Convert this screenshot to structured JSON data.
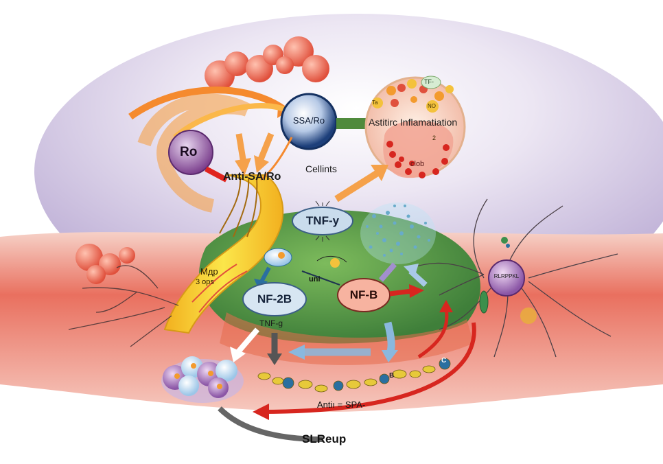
{
  "labels": {
    "ssa_ro": "SSA/Ro",
    "ro": "Ro",
    "anti_sa_ro": "Anti-SA/Ro",
    "cellints": "Cellints",
    "inflammation": "Astitirc Inflamatiation",
    "clob": "clob",
    "tnf_top": "TNF-y",
    "nf2b": "NF-2B",
    "tnf_g": "TNF-g",
    "nfb": "NF-B",
    "uni": "uni",
    "map": "Mдp",
    "ops": "3 ops",
    "neuron": "RLRPPKL",
    "anti_spa": "Antiı = SPA-",
    "slreup": "SLReup",
    "small_tf": "TF-",
    "small_ta": "Ta",
    "small_no": "NO",
    "small_b": "B",
    "small_c": "C",
    "small_z": "2"
  },
  "colors": {
    "background_purple": "#c7b8dc",
    "tissue_red": "#e35f4f",
    "green_zone": "#5e9b4c",
    "yellow_path": "#f6d534",
    "arrow_red": "#d7261f",
    "arrow_blue": "#8ab8de",
    "node_blue": "#c9dcec"
  }
}
